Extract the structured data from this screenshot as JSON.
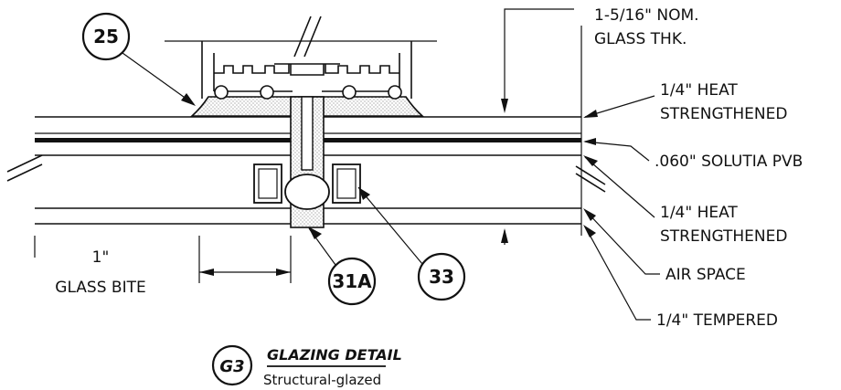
{
  "callouts": {
    "c25": "25",
    "c31a": "31A",
    "c33": "33"
  },
  "labels": {
    "glass_thk_line1": "1-5/16\" NOM.",
    "glass_thk_line2": "GLASS THK.",
    "outer_lite_line1": "1/4\" HEAT",
    "outer_lite_line2": "STRENGTHENED",
    "interlayer": ".060\" SOLUTIA PVB",
    "inner_heat_line1": "1/4\" HEAT",
    "inner_heat_line2": "STRENGTHENED",
    "air_space": "AIR SPACE",
    "tempered": "1/4\" TEMPERED",
    "bite_value": "1\"",
    "bite_label": "GLASS BITE"
  },
  "title_block": {
    "tag": "G3",
    "title": "GLAZING DETAIL",
    "subtitle": "Structural-glazed"
  },
  "colors": {
    "ink": "#111111",
    "paper": "#ffffff",
    "sealant_stipple": "#e4e4e4"
  }
}
